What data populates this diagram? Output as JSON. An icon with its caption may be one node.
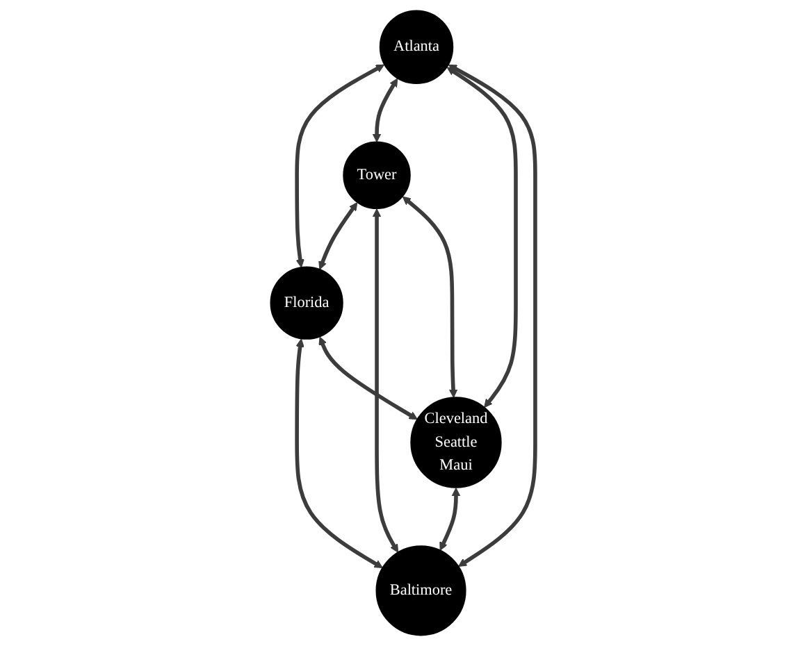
{
  "diagram": {
    "nodes": [
      {
        "text": [
          "Atlanta"
        ]
      },
      {
        "text": [
          "Tower"
        ]
      },
      {
        "text": [
          "Florida"
        ]
      },
      {
        "text": [
          "Baltimore"
        ]
      },
      {
        "text": [
          "Cleveland",
          "Seattle",
          "Maui"
        ]
      }
    ],
    "edges": [
      {
        "from": 0,
        "to": 2,
        "arrow": "both"
      },
      {
        "from": 0,
        "to": 1,
        "arrow": "both"
      },
      {
        "from": 0,
        "to": 4,
        "arrow": "both"
      },
      {
        "from": 0,
        "to": 3,
        "arrow": "both"
      },
      {
        "from": 1,
        "to": 2,
        "arrow": "both"
      },
      {
        "from": 1,
        "to": 3,
        "arrow": "both"
      },
      {
        "from": 1,
        "to": 4,
        "arrow": "both"
      },
      {
        "from": 2,
        "to": 3,
        "arrow": "both"
      },
      {
        "from": 2,
        "to": 4,
        "arrow": "both"
      },
      {
        "from": 4,
        "to": 3,
        "arrow": "both"
      }
    ]
  }
}
